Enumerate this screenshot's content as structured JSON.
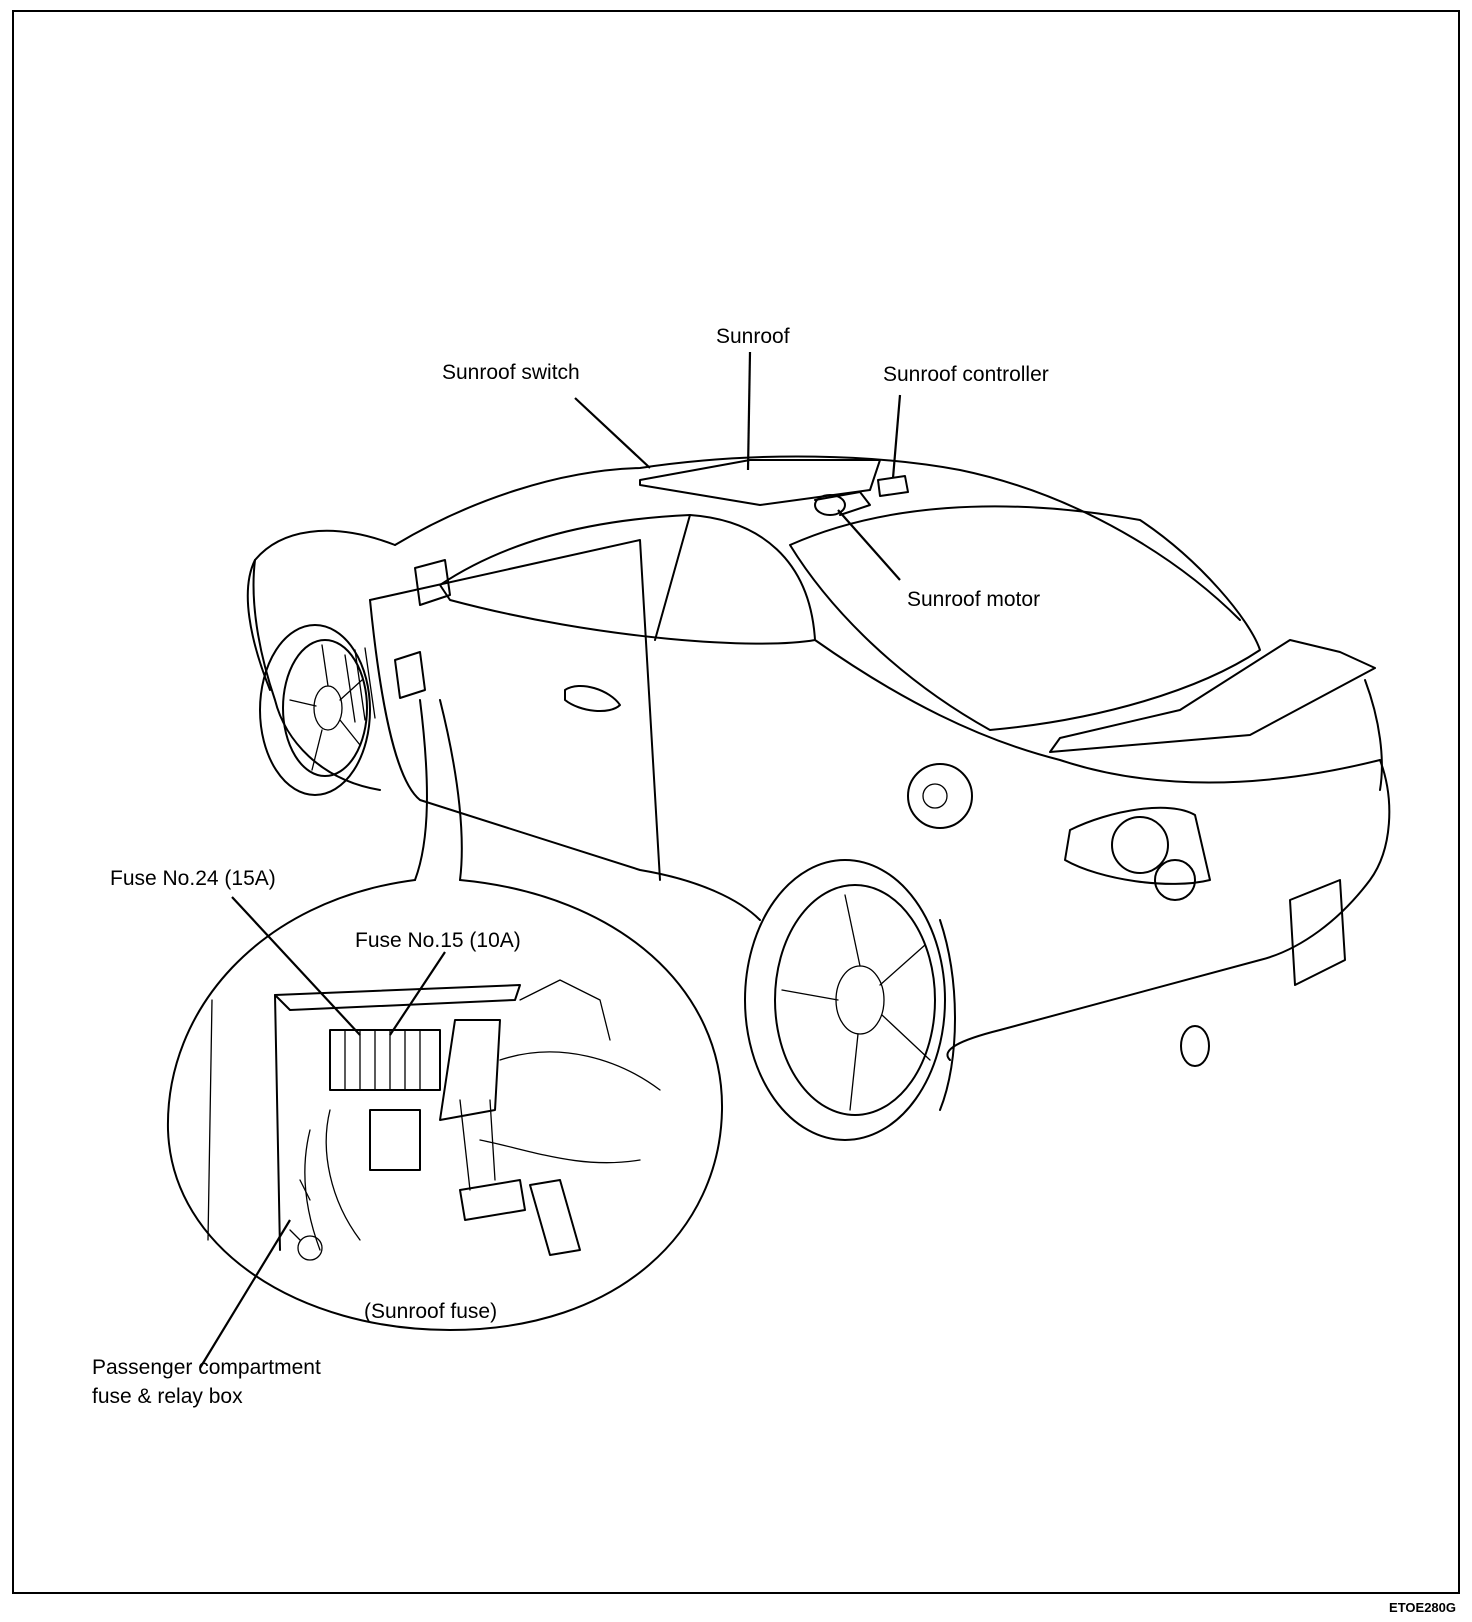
{
  "labels": {
    "sunroof": "Sunroof",
    "sunroof_switch": "Sunroof switch",
    "sunroof_controller": "Sunroof controller",
    "sunroof_motor": "Sunroof motor",
    "fuse_24": "Fuse No.24 (15A)",
    "fuse_15": "Fuse No.15 (10A)",
    "sunroof_fuse": "(Sunroof fuse)",
    "relay_box_line1": "Passenger compartment",
    "relay_box_line2": "fuse & relay box"
  },
  "figure_ref": "ETOE280G"
}
